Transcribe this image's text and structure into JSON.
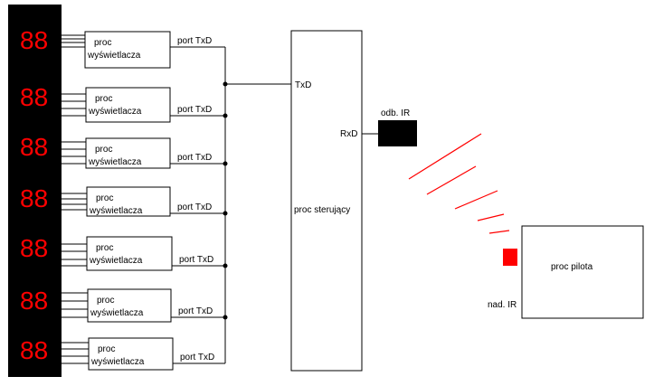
{
  "colors": {
    "background": "#ffffff",
    "display_strip": "#000000",
    "digit": "#ff0000",
    "ir_beam": "#ff0000",
    "ir_receiver": "#000000",
    "ir_transmitter": "#ff0000"
  },
  "displays": [
    {
      "digits": "88",
      "proc_line1": "proc",
      "proc_line2": "wyświetlacza",
      "port_label": "port TxD"
    },
    {
      "digits": "88",
      "proc_line1": "proc",
      "proc_line2": "wyświetlacza",
      "port_label": "port TxD"
    },
    {
      "digits": "88",
      "proc_line1": "proc",
      "proc_line2": "wyświetlacza",
      "port_label": "port TxD"
    },
    {
      "digits": "88",
      "proc_line1": "proc",
      "proc_line2": "wyświetlacza",
      "port_label": "port TxD"
    },
    {
      "digits": "88",
      "proc_line1": "proc",
      "proc_line2": "wyświetlacza",
      "port_label": "port TxD"
    },
    {
      "digits": "88",
      "proc_line1": "proc",
      "proc_line2": "wyświetlacza",
      "port_label": "port TxD"
    },
    {
      "digits": "88",
      "proc_line1": "proc",
      "proc_line2": "wyświetlacza",
      "port_label": "port TxD"
    }
  ],
  "controller": {
    "label": "proc sterujący",
    "txd_label": "TxD",
    "rxd_label": "RxD"
  },
  "receiver": {
    "label": "odb. IR"
  },
  "remote": {
    "label": "proc pilota",
    "transmitter_label": "nad. IR"
  }
}
